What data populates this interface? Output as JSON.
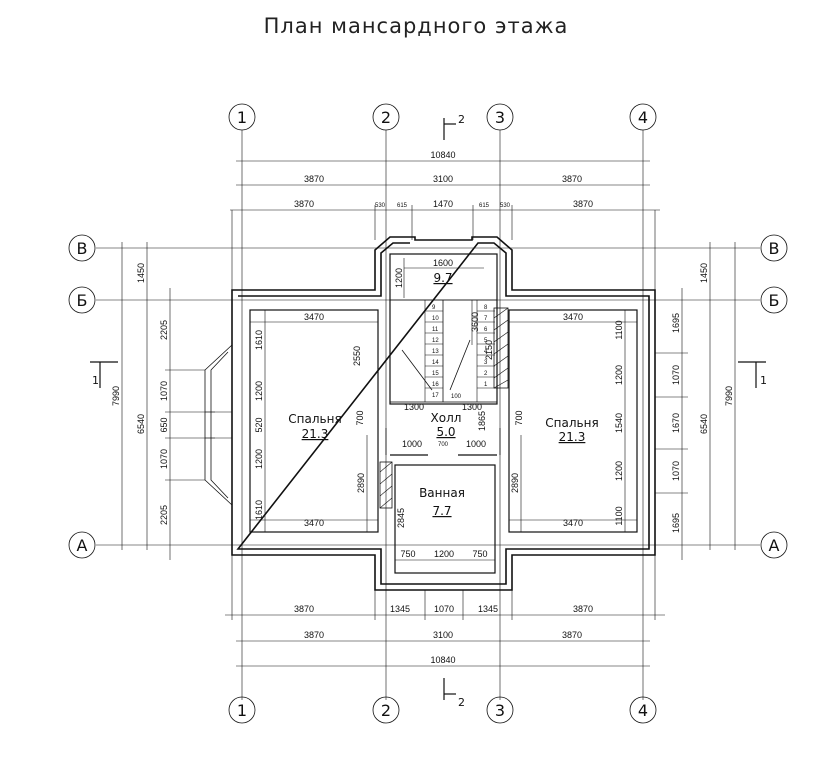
{
  "title": "План мансардного этажа",
  "axes": {
    "columns": [
      "1",
      "2",
      "3",
      "4"
    ],
    "rows": [
      "В",
      "Б",
      "А"
    ]
  },
  "section": {
    "mark": "2",
    "side_mark": "1"
  },
  "dims": {
    "overall": "10840",
    "grid_row": [
      "3870",
      "3100",
      "3870"
    ],
    "top_detail": [
      "3870",
      "530",
      "615",
      "1470",
      "615",
      "530",
      "3870"
    ],
    "bottom_detail": [
      "3870",
      "1345",
      "1070",
      "1345",
      "3870"
    ],
    "left_outer": "7990",
    "left_mid": "6540",
    "left_top": "1450",
    "left_sections": [
      "2205",
      "1070",
      "650",
      "1070",
      "2205"
    ],
    "right_outer": "7990",
    "right_mid": "6540",
    "right_top": "1450",
    "right_sections": [
      "1695",
      "1070",
      "1670",
      "1070",
      "1695"
    ],
    "left_room": {
      "width": "3470",
      "height": "2890",
      "win": [
        "1610",
        "1200",
        "520",
        "1200",
        "1610"
      ]
    },
    "right_room": {
      "width": "3470",
      "height": "2890",
      "win": [
        "1100",
        "1200",
        "1540",
        "1200",
        "1100"
      ]
    },
    "stair": {
      "width": "1600",
      "height": "1200",
      "run": "3600",
      "h2": "2550",
      "w2": "2150",
      "steps": [
        "9",
        "10",
        "11",
        "12",
        "13",
        "14",
        "15",
        "16",
        "17",
        "8",
        "7",
        "6",
        "5",
        "4",
        "3",
        "2",
        "1"
      ],
      "d100": "100",
      "d1300a": "1300",
      "d1300b": "1300"
    },
    "hall": {
      "d700a": "700",
      "d700b": "700",
      "d1865": "1865",
      "d1000a": "1000",
      "d1000b": "1000",
      "d700c": "700"
    },
    "bath": {
      "d2845": "2845",
      "d750a": "750",
      "d1200": "1200",
      "d750b": "750"
    }
  },
  "rooms": {
    "bedroom_left": {
      "name": "Спальня",
      "area": "21.3"
    },
    "bedroom_right": {
      "name": "Спальня",
      "area": "21.3"
    },
    "stair_area": "9.7",
    "hall": {
      "name": "Холл",
      "area": "5.0"
    },
    "bath": {
      "name": "Ванная",
      "area": "7.7"
    }
  }
}
